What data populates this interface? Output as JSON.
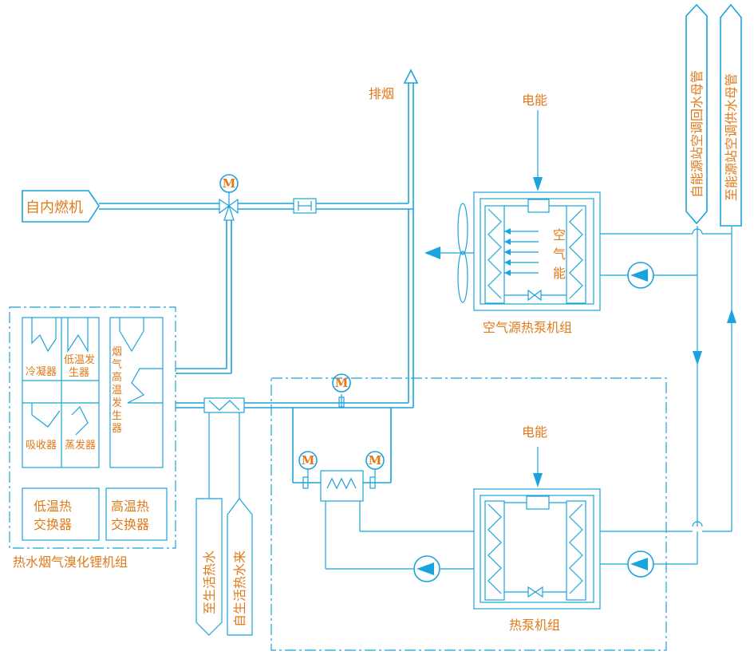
{
  "labels": {
    "internal_combustion": "自内燃机",
    "exhaust": "排烟",
    "electric_top": "电能",
    "electric_bottom": "电能",
    "air_energy": [
      "空",
      "气",
      "能"
    ],
    "air_source_unit": "空气源热泵机组",
    "heat_pump_unit": "热泵机组",
    "return_main": "自能源站空调回水母管",
    "supply_main": "至能源站空调供水母管",
    "condenser": "冷凝器",
    "low_temp_generator": [
      "低温发",
      "生器"
    ],
    "absorber": "吸收器",
    "evaporator": "蒸发器",
    "flue_high_temp_generator": [
      "烟",
      "气",
      "高",
      "温",
      "发",
      "生",
      "器"
    ],
    "low_temp_hx": [
      "低温热",
      "交换器"
    ],
    "high_temp_hx": [
      "高温热",
      "交换器"
    ],
    "lithium_bromide_unit": "热水烟气溴化锂机组",
    "to_domestic_hot_water": "至生活热水",
    "from_domestic_hot_water": "自生活热水来",
    "motor": "M"
  },
  "colors": {
    "line": "#1aa3dc",
    "text": "#e07a1a"
  }
}
